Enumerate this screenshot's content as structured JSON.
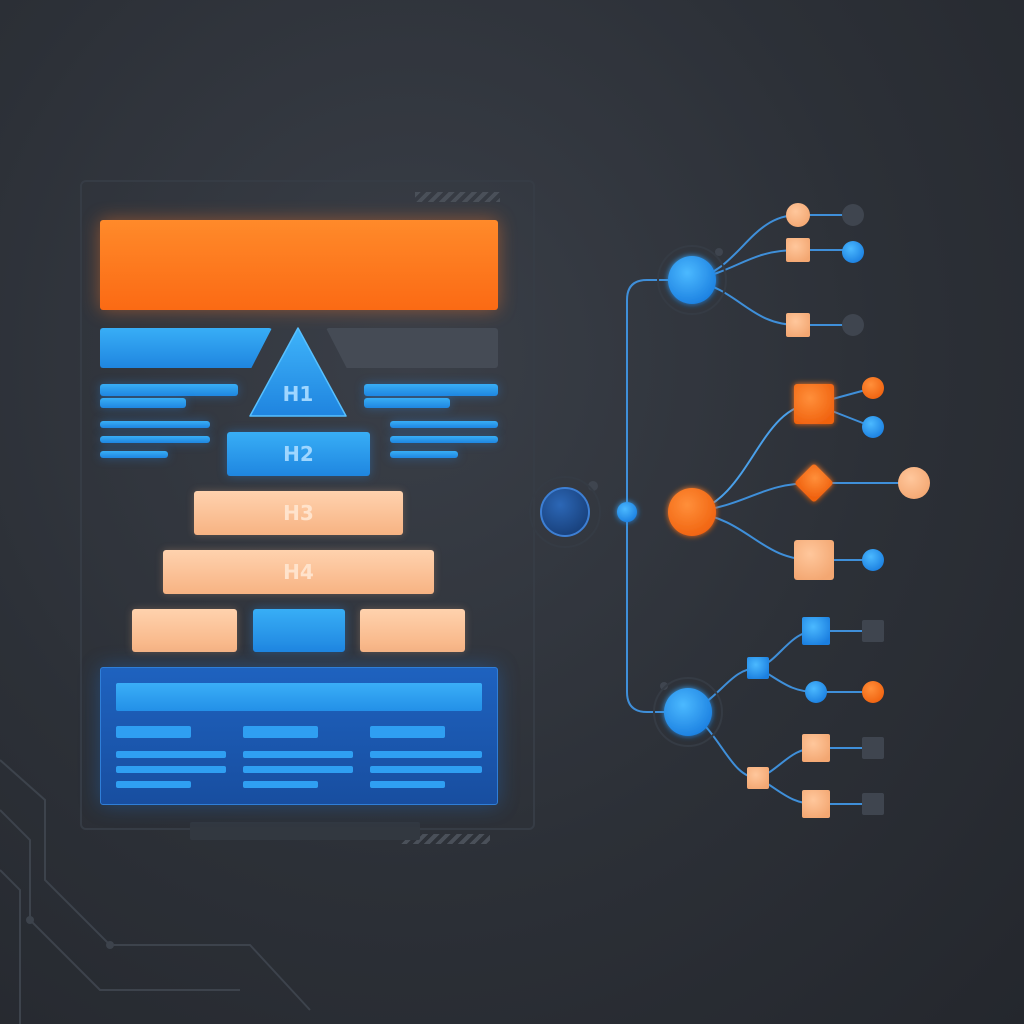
{
  "hierarchy": {
    "levels": [
      {
        "key": "h1",
        "label": "H1"
      },
      {
        "key": "h2",
        "label": "H2"
      },
      {
        "key": "h3",
        "label": "H3"
      },
      {
        "key": "h4",
        "label": "H4"
      }
    ]
  },
  "colors": {
    "background": "#2c3037",
    "accent_orange": "#fb6a14",
    "accent_blue": "#2a93ec",
    "peach": "#f9be91",
    "node_dark": "#3f454f"
  },
  "tree": {
    "root": {
      "shape": "circle",
      "color": "blue-dark"
    },
    "branches": [
      {
        "hub": {
          "shape": "circle",
          "color": "blue"
        },
        "children": [
          {
            "shape": "circle",
            "color": "peach",
            "leaf": {
              "shape": "circle",
              "color": "dark"
            }
          },
          {
            "shape": "square",
            "color": "peach",
            "leaf": {
              "shape": "circle",
              "color": "blue"
            }
          },
          {
            "shape": "square",
            "color": "peach",
            "leaf": {
              "shape": "circle",
              "color": "dark"
            }
          }
        ]
      },
      {
        "hub": {
          "shape": "circle",
          "color": "orange"
        },
        "children": [
          {
            "shape": "square",
            "color": "orange",
            "leaves": [
              {
                "shape": "circle",
                "color": "orange"
              },
              {
                "shape": "circle",
                "color": "blue"
              }
            ]
          },
          {
            "shape": "diamond",
            "color": "orange",
            "leaf": {
              "shape": "circle",
              "color": "peach"
            }
          },
          {
            "shape": "square",
            "color": "peach",
            "leaf": {
              "shape": "circle",
              "color": "blue"
            }
          }
        ]
      },
      {
        "hub": {
          "shape": "circle",
          "color": "blue"
        },
        "children": [
          {
            "shape": "square",
            "color": "blue",
            "leaves": [
              {
                "shape": "square",
                "color": "blue",
                "leaf": {
                  "shape": "square",
                  "color": "dark"
                }
              },
              {
                "shape": "circle",
                "color": "blue",
                "leaf": {
                  "shape": "circle",
                  "color": "orange"
                }
              }
            ]
          },
          {
            "shape": "square",
            "color": "peach",
            "leaves": [
              {
                "shape": "square",
                "color": "peach",
                "leaf": {
                  "shape": "square",
                  "color": "dark"
                }
              },
              {
                "shape": "square",
                "color": "peach",
                "leaf": {
                  "shape": "square",
                  "color": "dark"
                }
              }
            ]
          }
        ]
      }
    ]
  }
}
